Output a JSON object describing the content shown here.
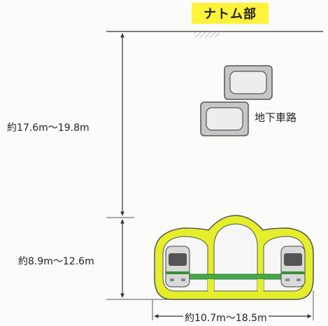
{
  "title": "ナトム部",
  "labels": {
    "underground_road": "地下車路",
    "depth_upper": "約17.6m～19.8m",
    "depth_lower": "約8.9m～12.6m",
    "width": "約10.7m～18.5m"
  },
  "colors": {
    "title_bg": "#fff23a",
    "tunnel_lining": "#e4ee2a",
    "platform": "#46a84a",
    "road_box": "#bdbdbd"
  }
}
